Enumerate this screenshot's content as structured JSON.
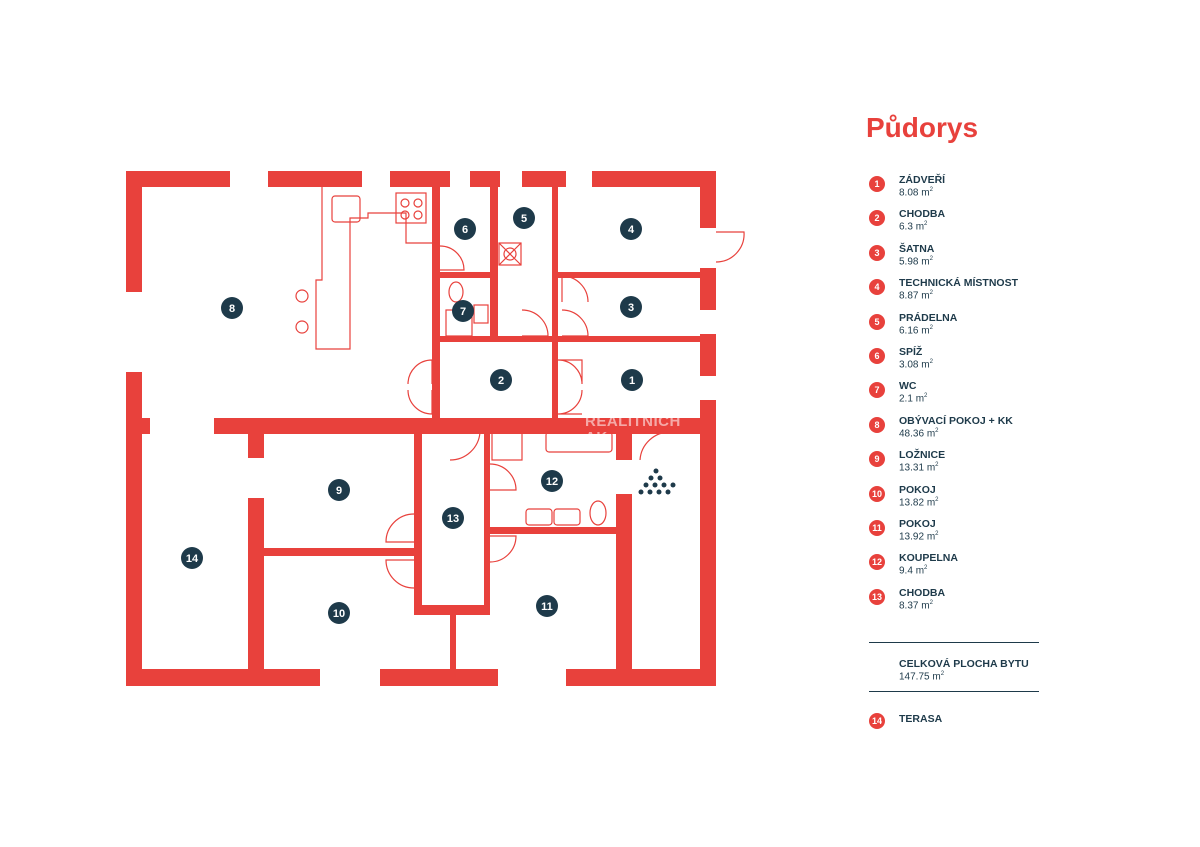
{
  "legend": {
    "title": "Půdorys",
    "area_unit": "m",
    "area_sup": "2",
    "items": [
      {
        "num": "1",
        "name": "ZÁDVEŘÍ",
        "area": "8.08"
      },
      {
        "num": "2",
        "name": "CHODBA",
        "area": "6.3"
      },
      {
        "num": "3",
        "name": "ŠATNA",
        "area": "5.98"
      },
      {
        "num": "4",
        "name": "TECHNICKÁ MÍSTNOST",
        "area": "8.87"
      },
      {
        "num": "5",
        "name": "PRÁDELNA",
        "area": "6.16"
      },
      {
        "num": "6",
        "name": "SPÍŽ",
        "area": "3.08"
      },
      {
        "num": "7",
        "name": "WC",
        "area": "2.1"
      },
      {
        "num": "8",
        "name": "OBÝVACÍ POKOJ + KK",
        "area": "48.36"
      },
      {
        "num": "9",
        "name": "LOŽNICE",
        "area": "13.31"
      },
      {
        "num": "10",
        "name": "POKOJ",
        "area": "13.82"
      },
      {
        "num": "11",
        "name": "POKOJ",
        "area": "13.92"
      },
      {
        "num": "12",
        "name": "KOUPELNA",
        "area": "9.4"
      },
      {
        "num": "13",
        "name": "CHODBA",
        "area": "8.37"
      }
    ],
    "total_label": "CELKOVÁ PLOCHA BYTU",
    "total_area": "147.75",
    "terrace": {
      "num": "14",
      "name": "TERASA"
    }
  },
  "plan": {
    "room_labels": [
      "1",
      "2",
      "3",
      "4",
      "5",
      "6",
      "7",
      "8",
      "9",
      "10",
      "11",
      "12",
      "13",
      "14"
    ]
  },
  "watermark": {
    "line1": "REALITNÍCH",
    "line2": "AK"
  },
  "colors": {
    "wall": "#e8413c",
    "badge_dark": "#1e3a4a",
    "text_dark": "#1e3a4a",
    "accent": "#e8413c"
  }
}
